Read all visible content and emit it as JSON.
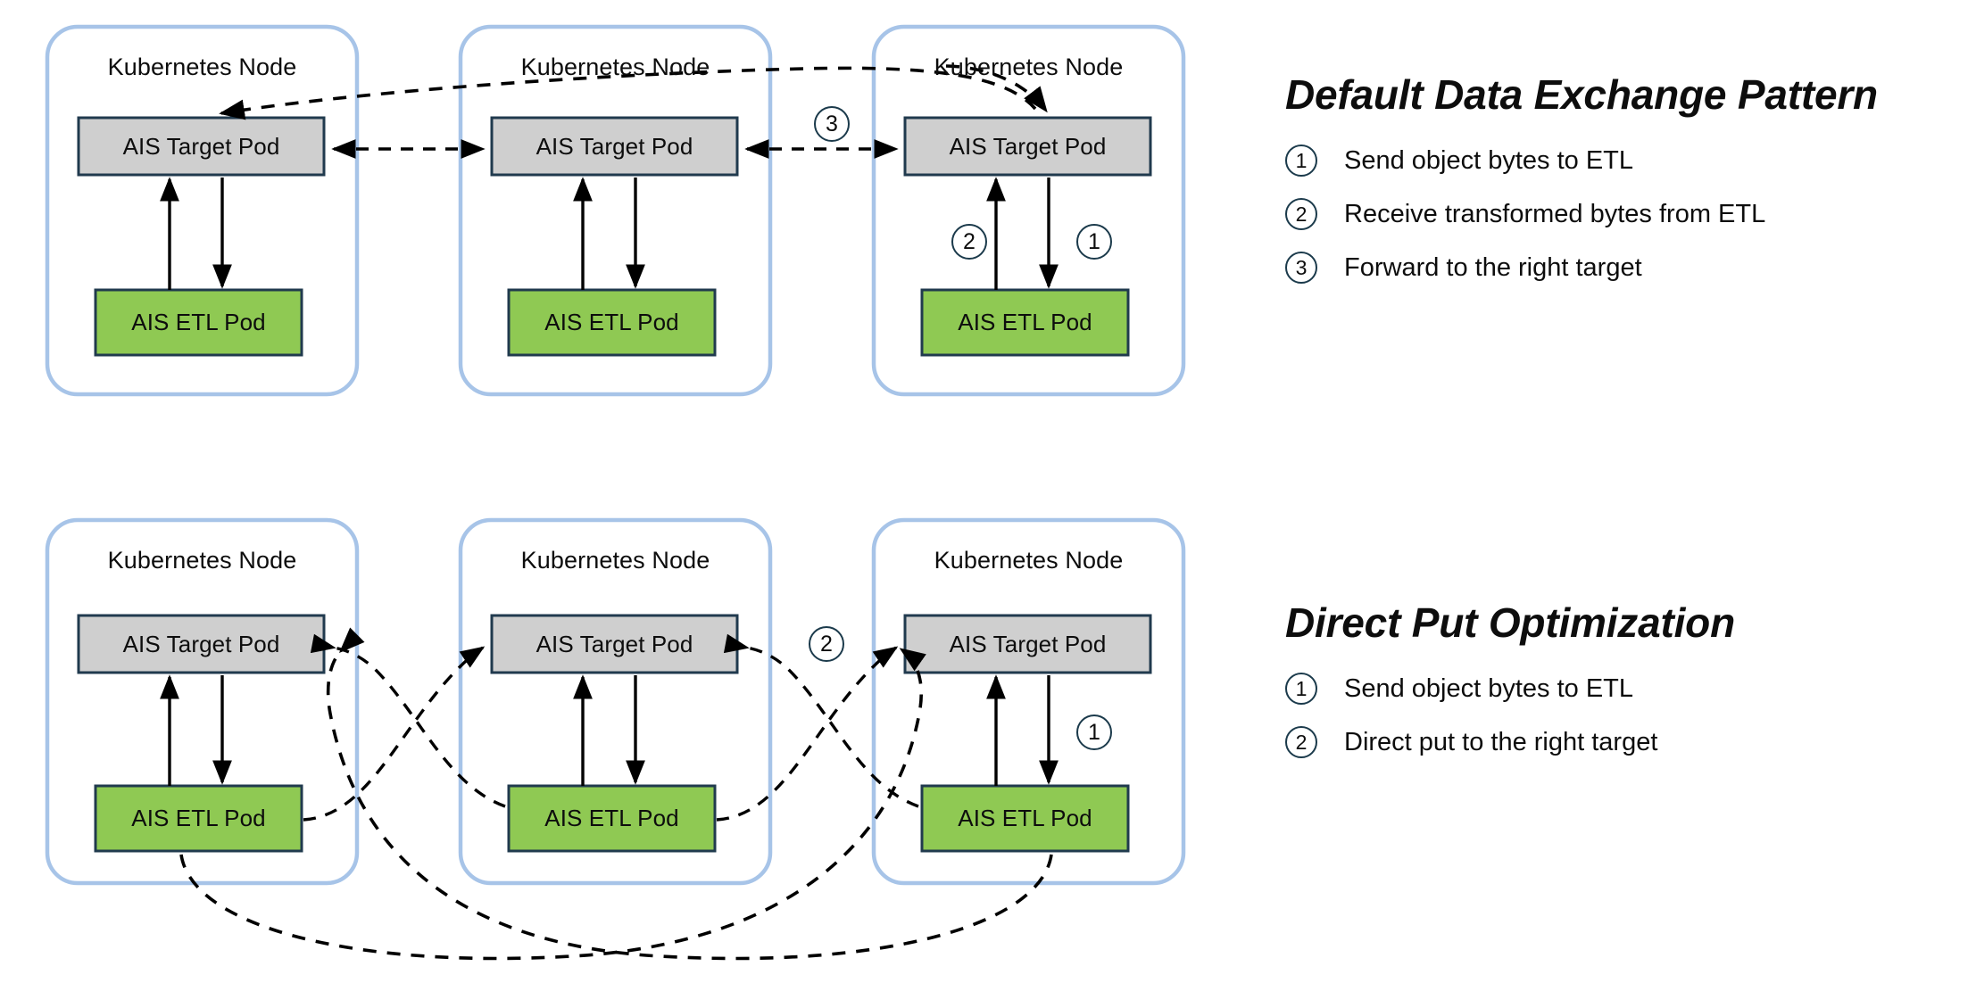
{
  "colors": {
    "node_border": "#a7c4e8",
    "target_pod_fill": "#cfcfcf",
    "target_pod_border": "#203a4e",
    "etl_pod_fill": "#8fc953",
    "etl_pod_border": "#203a4e",
    "arrow": "#000000",
    "badge_border": "#1b3a4b",
    "text": "#0d0d0d",
    "background": "#ffffff"
  },
  "labels": {
    "kubernetes_node": "Kubernetes Node",
    "target_pod": "AIS Target Pod",
    "etl_pod": "AIS ETL Pod"
  },
  "diagrams": [
    {
      "id": "default-data-exchange-pattern",
      "nodes": [
        {
          "title": "Kubernetes Node",
          "target_pod": "AIS Target Pod",
          "etl_pod": "AIS ETL Pod"
        },
        {
          "title": "Kubernetes Node",
          "target_pod": "AIS Target Pod",
          "etl_pod": "AIS ETL Pod"
        },
        {
          "title": "Kubernetes Node",
          "target_pod": "AIS Target Pod",
          "etl_pod": "AIS ETL Pod"
        }
      ],
      "step_markers": [
        {
          "number": "3",
          "near": "inter-node-forward-arc"
        },
        {
          "number": "2",
          "near": "etl-to-target-node3"
        },
        {
          "number": "1",
          "near": "target-to-etl-node3"
        }
      ],
      "legend": {
        "title": "Default Data Exchange Pattern",
        "items": [
          {
            "number": "1",
            "text": "Send object bytes to ETL"
          },
          {
            "number": "2",
            "text": "Receive transformed bytes from ETL"
          },
          {
            "number": "3",
            "text": "Forward to the right target"
          }
        ]
      }
    },
    {
      "id": "direct-put-optimization",
      "nodes": [
        {
          "title": "Kubernetes Node",
          "target_pod": "AIS Target Pod",
          "etl_pod": "AIS ETL Pod"
        },
        {
          "title": "Kubernetes Node",
          "target_pod": "AIS Target Pod",
          "etl_pod": "AIS ETL Pod"
        },
        {
          "title": "Kubernetes Node",
          "target_pod": "AIS Target Pod",
          "etl_pod": "AIS ETL Pod"
        }
      ],
      "step_markers": [
        {
          "number": "2",
          "near": "etl-direct-put-arcs"
        },
        {
          "number": "1",
          "near": "target-to-etl-node3"
        }
      ],
      "legend": {
        "title": "Direct Put Optimization",
        "items": [
          {
            "number": "1",
            "text": "Send object bytes to ETL"
          },
          {
            "number": "2",
            "text": "Direct put to the right target"
          }
        ]
      }
    }
  ]
}
